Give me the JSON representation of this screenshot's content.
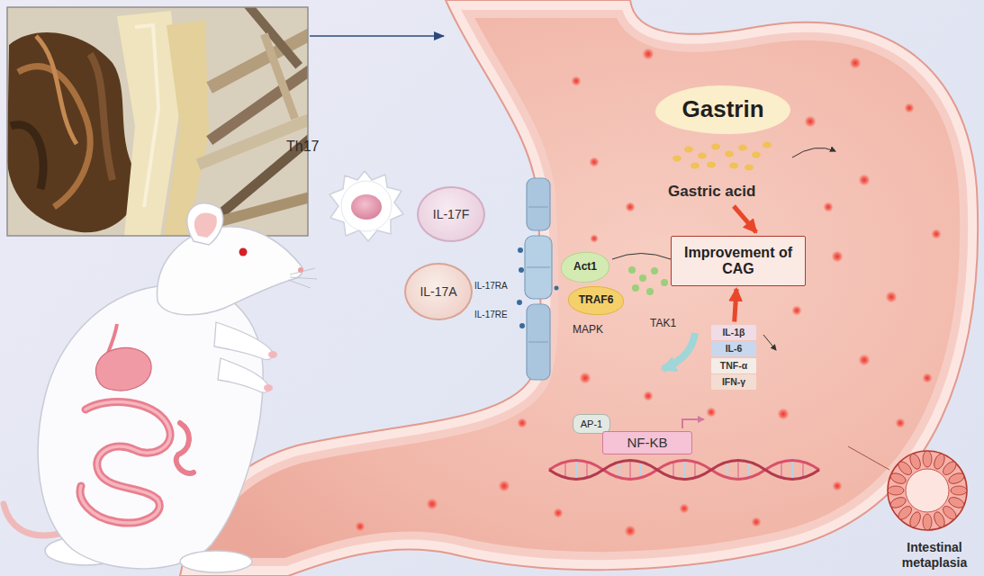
{
  "diagram": {
    "nodes": [
      {
        "text": [
          "IL-17F"
        ]
      },
      {
        "text": [
          "IL-17A"
        ]
      },
      {
        "text": [
          "Gastrin"
        ]
      },
      {
        "text": [
          "Act1"
        ]
      },
      {
        "text": [
          "TRAF6"
        ]
      },
      {
        "text": [
          "Improvement of CAG"
        ]
      },
      {
        "text": [
          "IL-1β"
        ]
      },
      {
        "text": [
          "IL-6"
        ]
      },
      {
        "text": [
          "TNF-α"
        ]
      },
      {
        "text": [
          "IFN-γ"
        ]
      },
      {
        "text": [
          "AP-1"
        ]
      },
      {
        "text": [
          "NF-KB"
        ]
      }
    ],
    "edges": [
      {
        "from": 6,
        "to": 5,
        "arrow": "to"
      }
    ],
    "labels": [
      "Th17",
      "IL-17RA",
      "IL-17RE",
      "MAPK",
      "TAK1",
      "Gastric acid",
      "Intestinal metaplasia"
    ]
  }
}
